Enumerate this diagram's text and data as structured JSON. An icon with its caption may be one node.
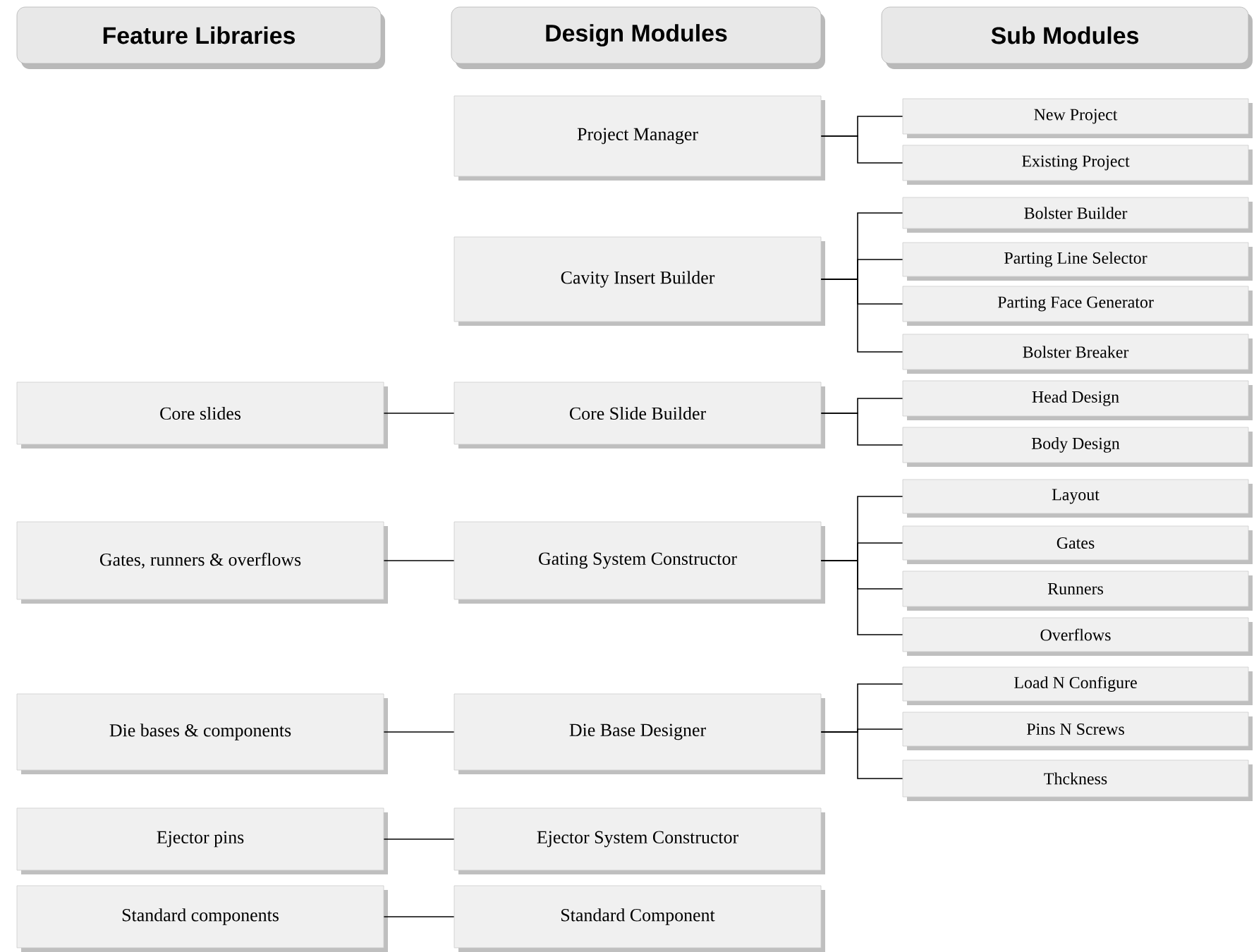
{
  "diagram": {
    "nodes": [
      {
        "text": [
          "Feature Libraries"
        ]
      },
      {
        "text": [
          "Design Modules"
        ]
      },
      {
        "text": [
          "Sub Modules"
        ]
      },
      {
        "text": [
          "Project Manager"
        ]
      },
      {
        "text": [
          "New Project"
        ]
      },
      {
        "text": [
          "Existing Project"
        ]
      },
      {
        "text": [
          "Cavity Insert Builder"
        ]
      },
      {
        "text": [
          "Bolster Builder"
        ]
      },
      {
        "text": [
          "Parting Line Selector"
        ]
      },
      {
        "text": [
          "Parting Face Generator"
        ]
      },
      {
        "text": [
          "Bolster Breaker"
        ]
      },
      {
        "text": [
          "Core slides"
        ]
      },
      {
        "text": [
          "Core Slide Builder"
        ]
      },
      {
        "text": [
          "Head Design"
        ]
      },
      {
        "text": [
          "Body Design"
        ]
      },
      {
        "text": [
          "Gates, runners & overflows"
        ]
      },
      {
        "text": [
          "Gating System Constructor"
        ]
      },
      {
        "text": [
          "Layout"
        ]
      },
      {
        "text": [
          "Gates"
        ]
      },
      {
        "text": [
          "Runners"
        ]
      },
      {
        "text": [
          "Overflows"
        ]
      },
      {
        "text": [
          "Die bases & components"
        ]
      },
      {
        "text": [
          "Die Base Designer"
        ]
      },
      {
        "text": [
          "Load N Configure"
        ]
      },
      {
        "text": [
          "Pins N Screws"
        ]
      },
      {
        "text": [
          "Thckness"
        ]
      },
      {
        "text": [
          "Ejector pins"
        ]
      },
      {
        "text": [
          "Ejector System Constructor"
        ]
      },
      {
        "text": [
          "Standard components"
        ]
      },
      {
        "text": [
          "Standard Component"
        ]
      }
    ],
    "edges": [
      {
        "from": 3,
        "to": 4,
        "arrow": "none"
      },
      {
        "from": 3,
        "to": 5,
        "arrow": "none"
      },
      {
        "from": 6,
        "to": 7,
        "arrow": "none"
      },
      {
        "from": 6,
        "to": 8,
        "arrow": "none"
      },
      {
        "from": 6,
        "to": 9,
        "arrow": "none"
      },
      {
        "from": 6,
        "to": 10,
        "arrow": "none"
      },
      {
        "from": 11,
        "to": 12,
        "arrow": "none"
      },
      {
        "from": 12,
        "to": 13,
        "arrow": "none"
      },
      {
        "from": 12,
        "to": 14,
        "arrow": "none"
      },
      {
        "from": 15,
        "to": 16,
        "arrow": "none"
      },
      {
        "from": 16,
        "to": 17,
        "arrow": "none"
      },
      {
        "from": 16,
        "to": 18,
        "arrow": "none"
      },
      {
        "from": 16,
        "to": 19,
        "arrow": "none"
      },
      {
        "from": 16,
        "to": 20,
        "arrow": "none"
      },
      {
        "from": 21,
        "to": 22,
        "arrow": "none"
      },
      {
        "from": 22,
        "to": 23,
        "arrow": "none"
      },
      {
        "from": 22,
        "to": 24,
        "arrow": "none"
      },
      {
        "from": 22,
        "to": 25,
        "arrow": "none"
      },
      {
        "from": 26,
        "to": 27,
        "arrow": "none"
      },
      {
        "from": 28,
        "to": 29,
        "arrow": "none"
      }
    ]
  }
}
